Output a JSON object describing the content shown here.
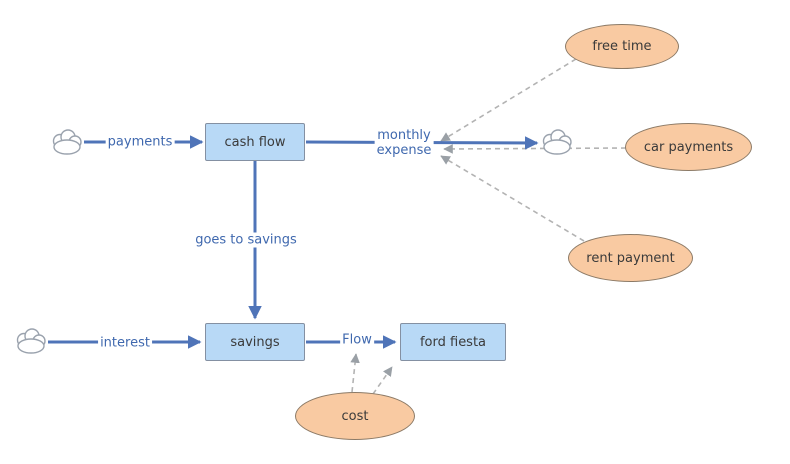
{
  "stocks": [
    {
      "id": "cash_flow",
      "label": "cash flow"
    },
    {
      "id": "savings",
      "label": "savings"
    },
    {
      "id": "ford_fiesta",
      "label": "ford fiesta"
    }
  ],
  "variables": [
    {
      "id": "free_time",
      "label": "free time"
    },
    {
      "id": "car_payments",
      "label": "car payments"
    },
    {
      "id": "rent_payment",
      "label": "rent payment"
    },
    {
      "id": "cost",
      "label": "cost"
    }
  ],
  "flows": [
    {
      "id": "payments",
      "label": "payments",
      "from": "cloud",
      "to": "cash flow"
    },
    {
      "id": "monthly_expense",
      "label_lines": [
        "monthly",
        "expense"
      ],
      "from": "cash flow",
      "to": "cloud"
    },
    {
      "id": "goes_to_savings",
      "label": "goes to savings",
      "from": "cash flow",
      "to": "savings"
    },
    {
      "id": "interest",
      "label": "interest",
      "from": "cloud",
      "to": "savings"
    },
    {
      "id": "flow",
      "label": "Flow",
      "from": "savings",
      "to": "ford fiesta"
    }
  ],
  "links": [
    {
      "from": "free time",
      "to": "monthly expense"
    },
    {
      "from": "car payments",
      "to": "monthly expense"
    },
    {
      "from": "rent payment",
      "to": "monthly expense"
    },
    {
      "from": "cost",
      "to": "Flow"
    },
    {
      "from": "cost",
      "to": "ford fiesta"
    }
  ],
  "icons": {
    "cloud": "puffy-cloud-outline",
    "cloud_count": 3
  },
  "colors": {
    "flow_color": "#4f74b8",
    "label_color": "#3f68ae",
    "stock_fill": "#b8d9f6",
    "stock_border": "#8490a2",
    "variable_fill": "#f9caa2",
    "variable_border": "#8c7a66",
    "link_color": "#b3b3b3",
    "link_arrow": "#9aa0a6",
    "cloud_stroke": "#9aa2ad",
    "node_text": "#3a3a3a"
  }
}
